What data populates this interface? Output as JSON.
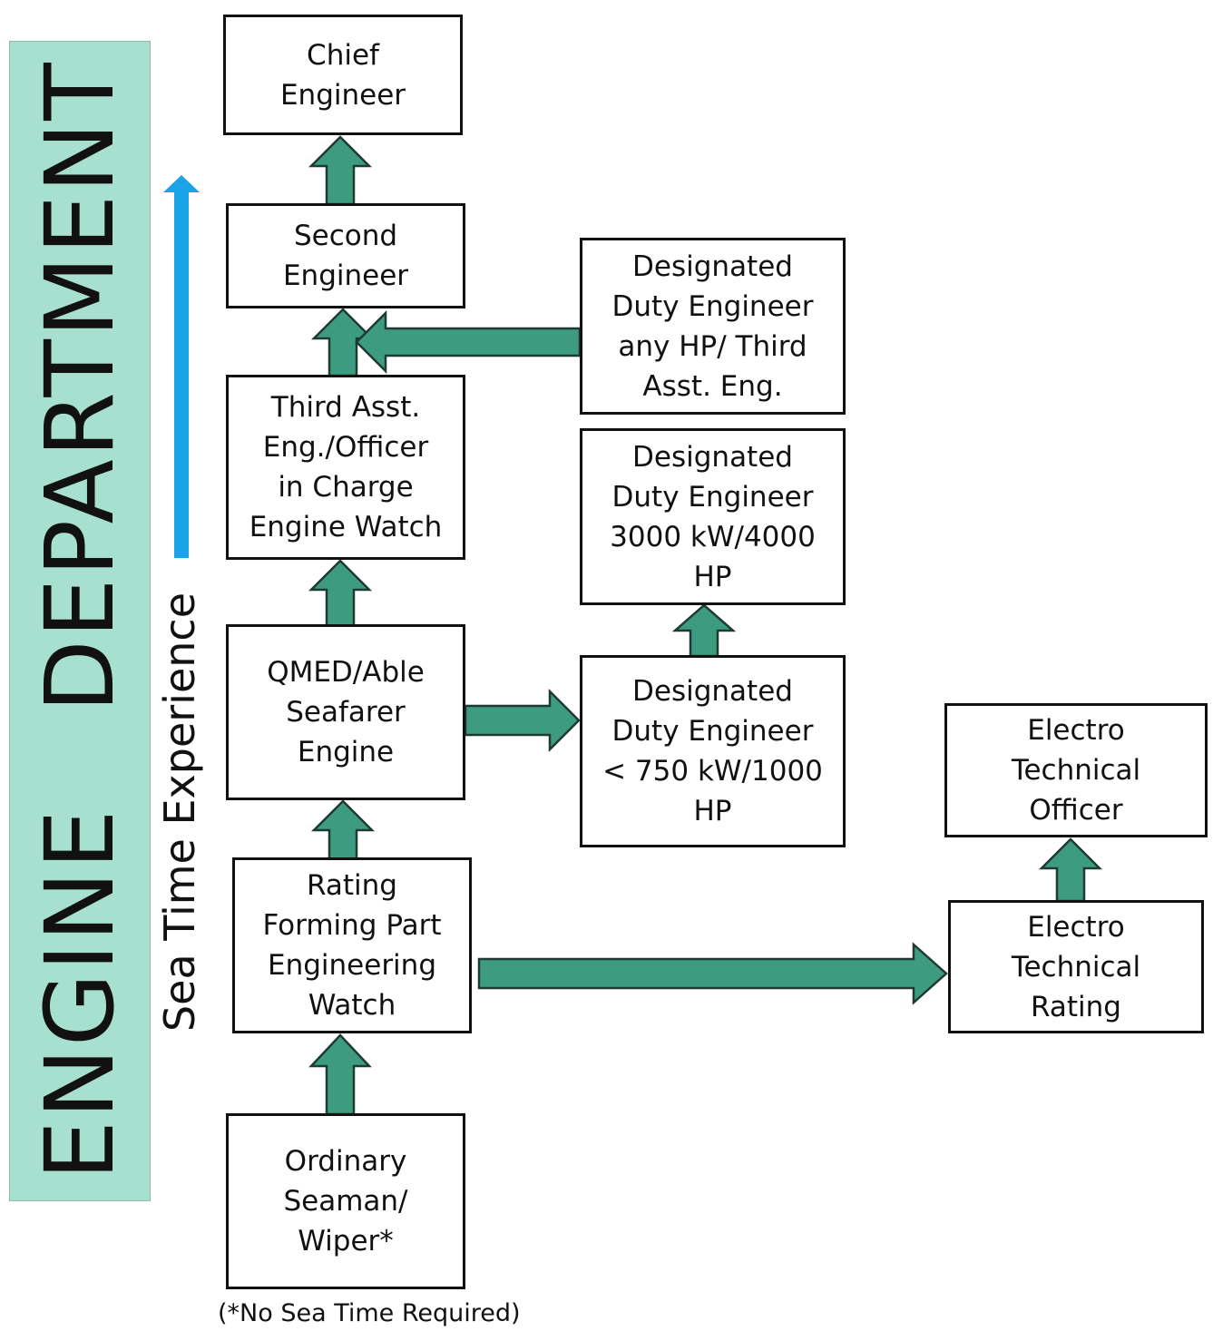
{
  "department": "ENGINE   DEPARTMENT",
  "axis_label": "Sea Time Experience",
  "footnote": "(*No Sea Time Required)",
  "colors": {
    "banner": "#a8e0cf",
    "arrow": "#3d9c80",
    "timeline": "#1aa3e6"
  },
  "boxes": {
    "chief": "Chief\nEngineer",
    "second": "Second\nEngineer",
    "third": "Third Asst.\nEng./Officer\nin Charge\nEngine Watch",
    "qmed": "QMED/Able\nSeafarer\nEngine",
    "rating": "Rating\nForming Part\nEngineering\nWatch",
    "ordinary": "Ordinary\nSeaman/\nWiper*",
    "dde_any": "Designated\nDuty Engineer\nany HP/ Third\nAsst. Eng.",
    "dde_3000": "Designated\nDuty Engineer\n3000 kW/4000\nHP",
    "dde_750": "Designated\nDuty Engineer\n< 750 kW/1000\nHP",
    "eto": "Electro\nTechnical\nOfficer",
    "etr": "Electro\nTechnical\nRating"
  }
}
